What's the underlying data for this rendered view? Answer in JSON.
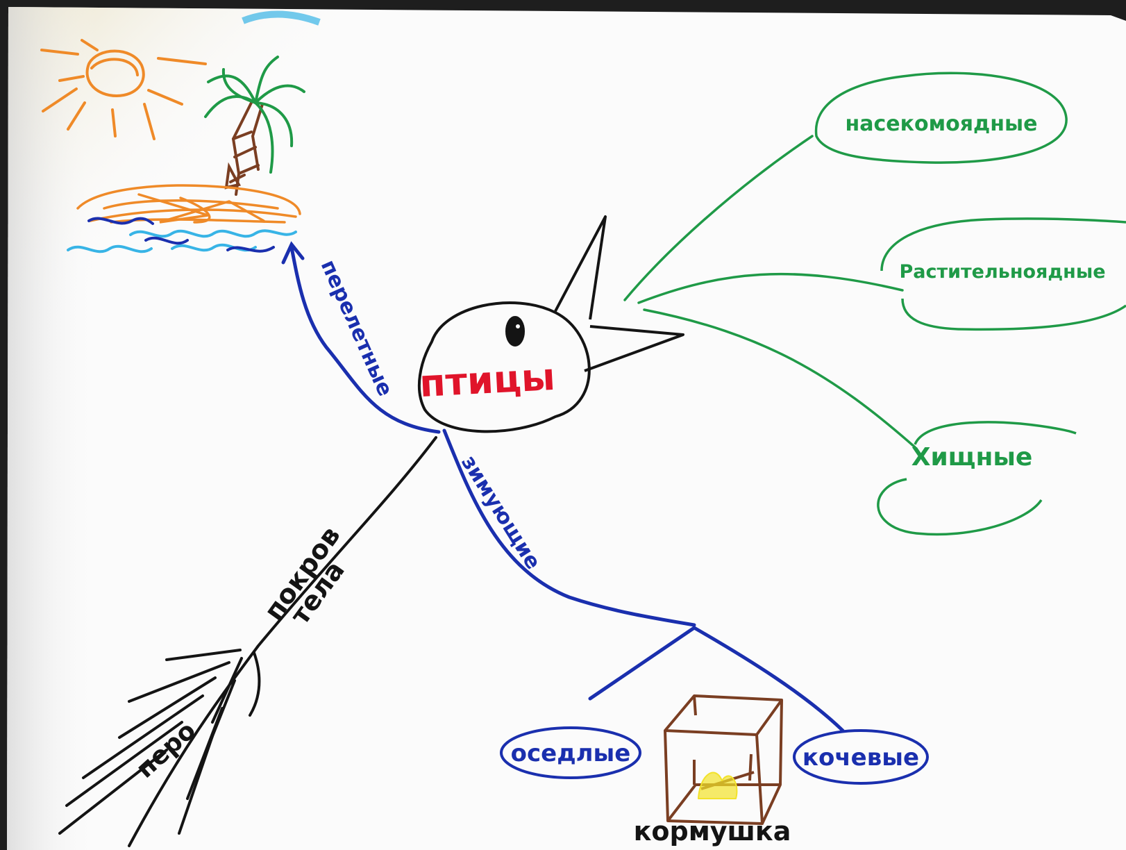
{
  "center": {
    "label": "птицы"
  },
  "branches": {
    "migratory": "перелетные",
    "wintering": "зимующие",
    "body_cover_line1": "покров",
    "body_cover_line2": "тела",
    "feather": "перо"
  },
  "food_types": {
    "insectivores": "насекомоядные",
    "herbivores": "Растительноядные",
    "predators": "Хищные"
  },
  "wintering_types": {
    "sedentary": "оседлые",
    "nomadic": "кочевые"
  },
  "feeder": {
    "label": "кормушка"
  },
  "colors": {
    "paper": "#fbfbfb",
    "black": "#141414",
    "blue": "#1a2fae",
    "green": "#1f9a47",
    "red": "#e0142a",
    "orange": "#ef8a28",
    "brown": "#7a3e22",
    "cyan": "#38b4e6",
    "yellow": "#f2e22a"
  },
  "icons": [
    "sun-icon",
    "palm-tree-icon",
    "island-icon",
    "waves-icon",
    "bird-head-icon",
    "feeder-box-icon",
    "feather-icon"
  ]
}
